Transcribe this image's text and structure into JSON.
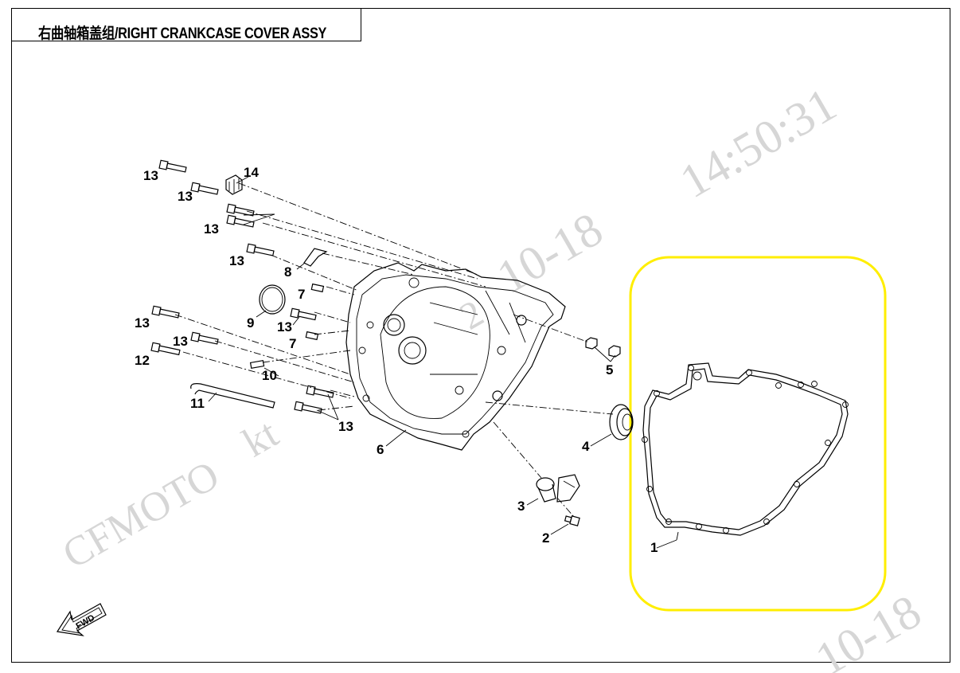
{
  "title": "右曲轴箱盖组/RIGHT CRANKCASE COVER ASSY",
  "watermark": {
    "brand": "CFMOTO",
    "fragment_kt": "kt",
    "date_fragment": "10-18",
    "date_fragment_center": "10-18",
    "time": "14:50:31",
    "partial_digits": "2"
  },
  "callouts": [
    "1",
    "2",
    "3",
    "4",
    "5",
    "6",
    "7",
    "7",
    "8",
    "9",
    "10",
    "11",
    "12",
    "13",
    "13",
    "13",
    "13",
    "13",
    "13",
    "13",
    "13",
    "14"
  ],
  "fwd_label": "FWD",
  "colors": {
    "highlight": "#ffee00",
    "line": "#000000",
    "watermark": "#d6d6d6"
  }
}
